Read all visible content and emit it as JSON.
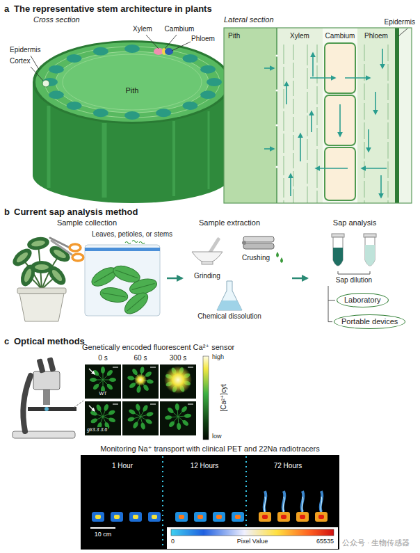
{
  "diagram": {
    "nodes": [
      {
        "text": [
          "Laboratory"
        ]
      },
      {
        "text": [
          "Portable devices"
        ]
      }
    ],
    "labels": [
      "a",
      "The representative stem architecture in plants",
      "Cross section",
      "Lateral section",
      "Xylem",
      "Cambium",
      "Phloem",
      "Epidermis",
      "Cortex",
      "Pith",
      "Pith",
      "Xylem",
      "Cambium",
      "Epidermis",
      "Phloem",
      "b",
      "Current sap analysis method",
      "Sample collection",
      "Sample extraction",
      "Sap analysis",
      "Leaves, petioles, or stems",
      "Grinding",
      "Crushing",
      "Chemical dissolution",
      "Sap dilution",
      "c",
      "Optical methods",
      "Genetically encoded fluorescent Ca²⁺ sensor",
      "0 s",
      "60 s",
      "300 s",
      "high",
      "low",
      "[Ca²⁺]cyt",
      "WT",
      "glr3.3 3.6",
      "Monitoring Na⁺ transport with clinical PET and 22Na radiotracers",
      "1 Hour",
      "12 Hours",
      "72 Hours",
      "10 cm",
      "0",
      "Pixel Value",
      "65535",
      "公众号 · 生物传感器"
    ]
  }
}
